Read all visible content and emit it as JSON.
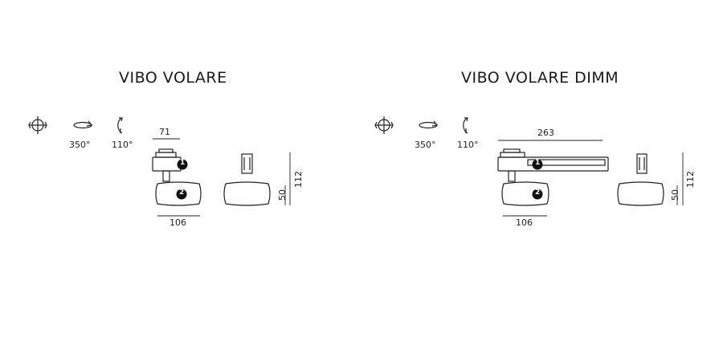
{
  "left": {
    "title": "VIBO VOLARE",
    "rotation_h": "350°",
    "rotation_v": "110°",
    "dim_top": "71",
    "dim_bottom": "106",
    "dim_head": "50",
    "dim_total": "112",
    "marker_1": "1",
    "marker_2": "2"
  },
  "right": {
    "title": "VIBO VOLARE  DIMM",
    "rotation_h": "350°",
    "rotation_v": "110°",
    "dim_top": "263",
    "dim_bottom": "106",
    "dim_head": "50",
    "dim_total": "112",
    "marker_1": "1",
    "marker_2": "2"
  },
  "icons": [
    "track-adapter-icon",
    "horizontal-rotation-icon",
    "vertical-tilt-icon"
  ]
}
